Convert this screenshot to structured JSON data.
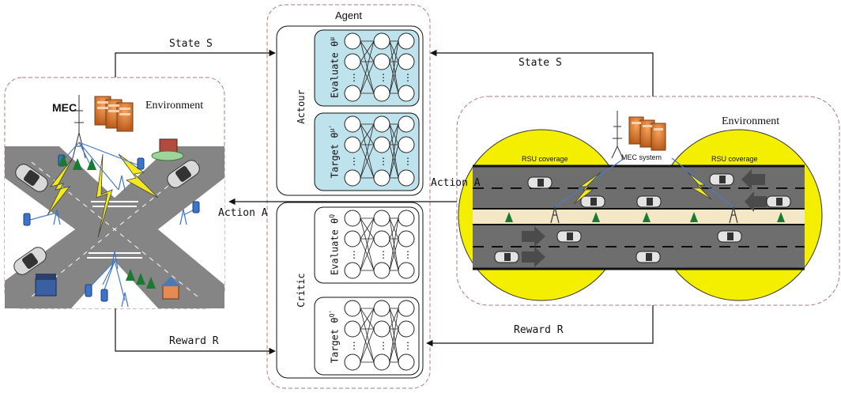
{
  "agent": {
    "title": "Agent",
    "actor_label": "Actour",
    "critic_label": "Critic",
    "actor_eval": "Evaluate θ",
    "actor_eval_sup": "μ",
    "actor_target": "Target θ",
    "actor_target_sup": "μ'",
    "critic_eval": "Evaluate θ",
    "critic_eval_sup": "Q",
    "critic_target": "Target θ",
    "critic_target_sup": "Q'"
  },
  "left_env": {
    "mec_label": "MEC",
    "env_label": "Environment"
  },
  "right_env": {
    "env_label": "Environment",
    "mec_system": "MEC system",
    "rsu_left": "RSU coverage",
    "rsu_right": "RSU coverage"
  },
  "arrows": {
    "state_left": "State S",
    "state_right": "State S",
    "action_left": "Action A",
    "action_right": "Action A",
    "reward_left": "Reward R",
    "reward_right": "Reward R"
  },
  "colors": {
    "nn_box_fill": "#bfe3ec",
    "coverage_yellow": "#f4ee00",
    "road_gray": "#6e6e6e",
    "server_orange": "#e38a3a",
    "lightning_yellow": "#f2ea1f"
  }
}
